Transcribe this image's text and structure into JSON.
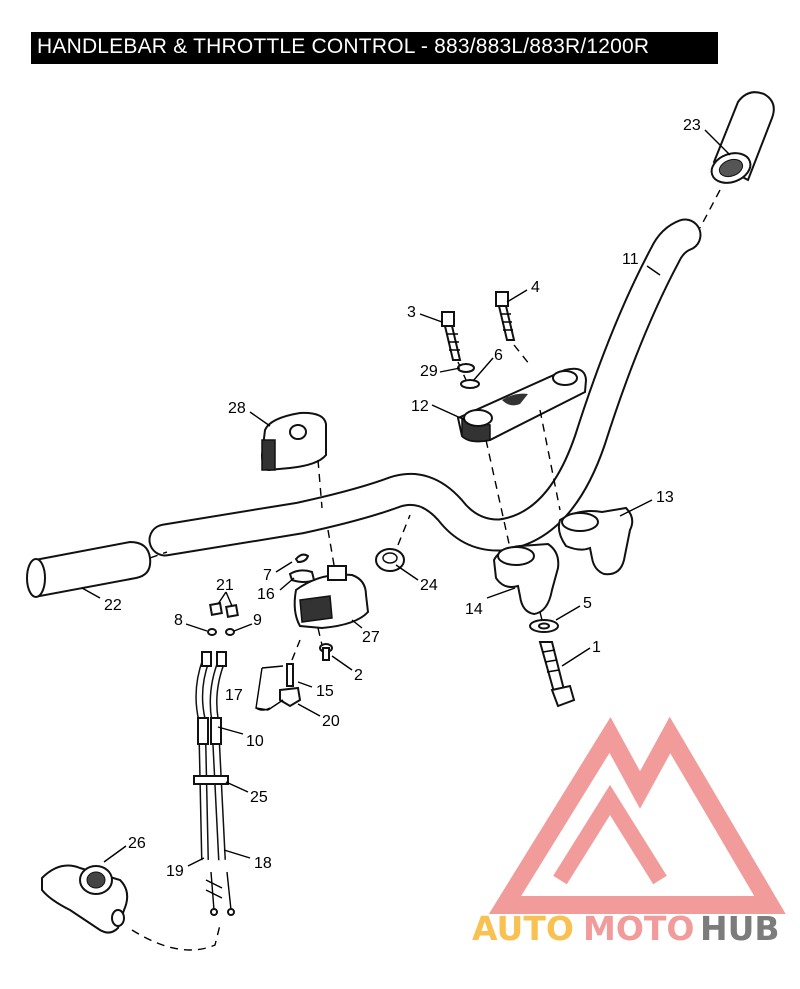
{
  "diagram": {
    "title": "HANDLEBAR & THROTTLE CONTROL - 883/883L/883R/1200R",
    "callouts": {
      "c1": "1",
      "c2": "2",
      "c3": "3",
      "c4": "4",
      "c5": "5",
      "c6": "6",
      "c7": "7",
      "c8": "8",
      "c9": "9",
      "c10": "10",
      "c11": "11",
      "c12": "12",
      "c13": "13",
      "c14": "14",
      "c15": "15",
      "c16": "16",
      "c17": "17",
      "c18": "18",
      "c19": "19",
      "c20": "20",
      "c21": "21",
      "c22": "22",
      "c23": "23",
      "c24": "24",
      "c25": "25",
      "c26": "26",
      "c27": "27",
      "c28": "28",
      "c29": "29"
    }
  },
  "watermark": {
    "word_part1": "AUTO",
    "word_part2": "MOTO",
    "word_part3": "HUB",
    "color_orange": "#f7b733",
    "color_red": "#f08a8a",
    "color_gray": "#666666"
  }
}
